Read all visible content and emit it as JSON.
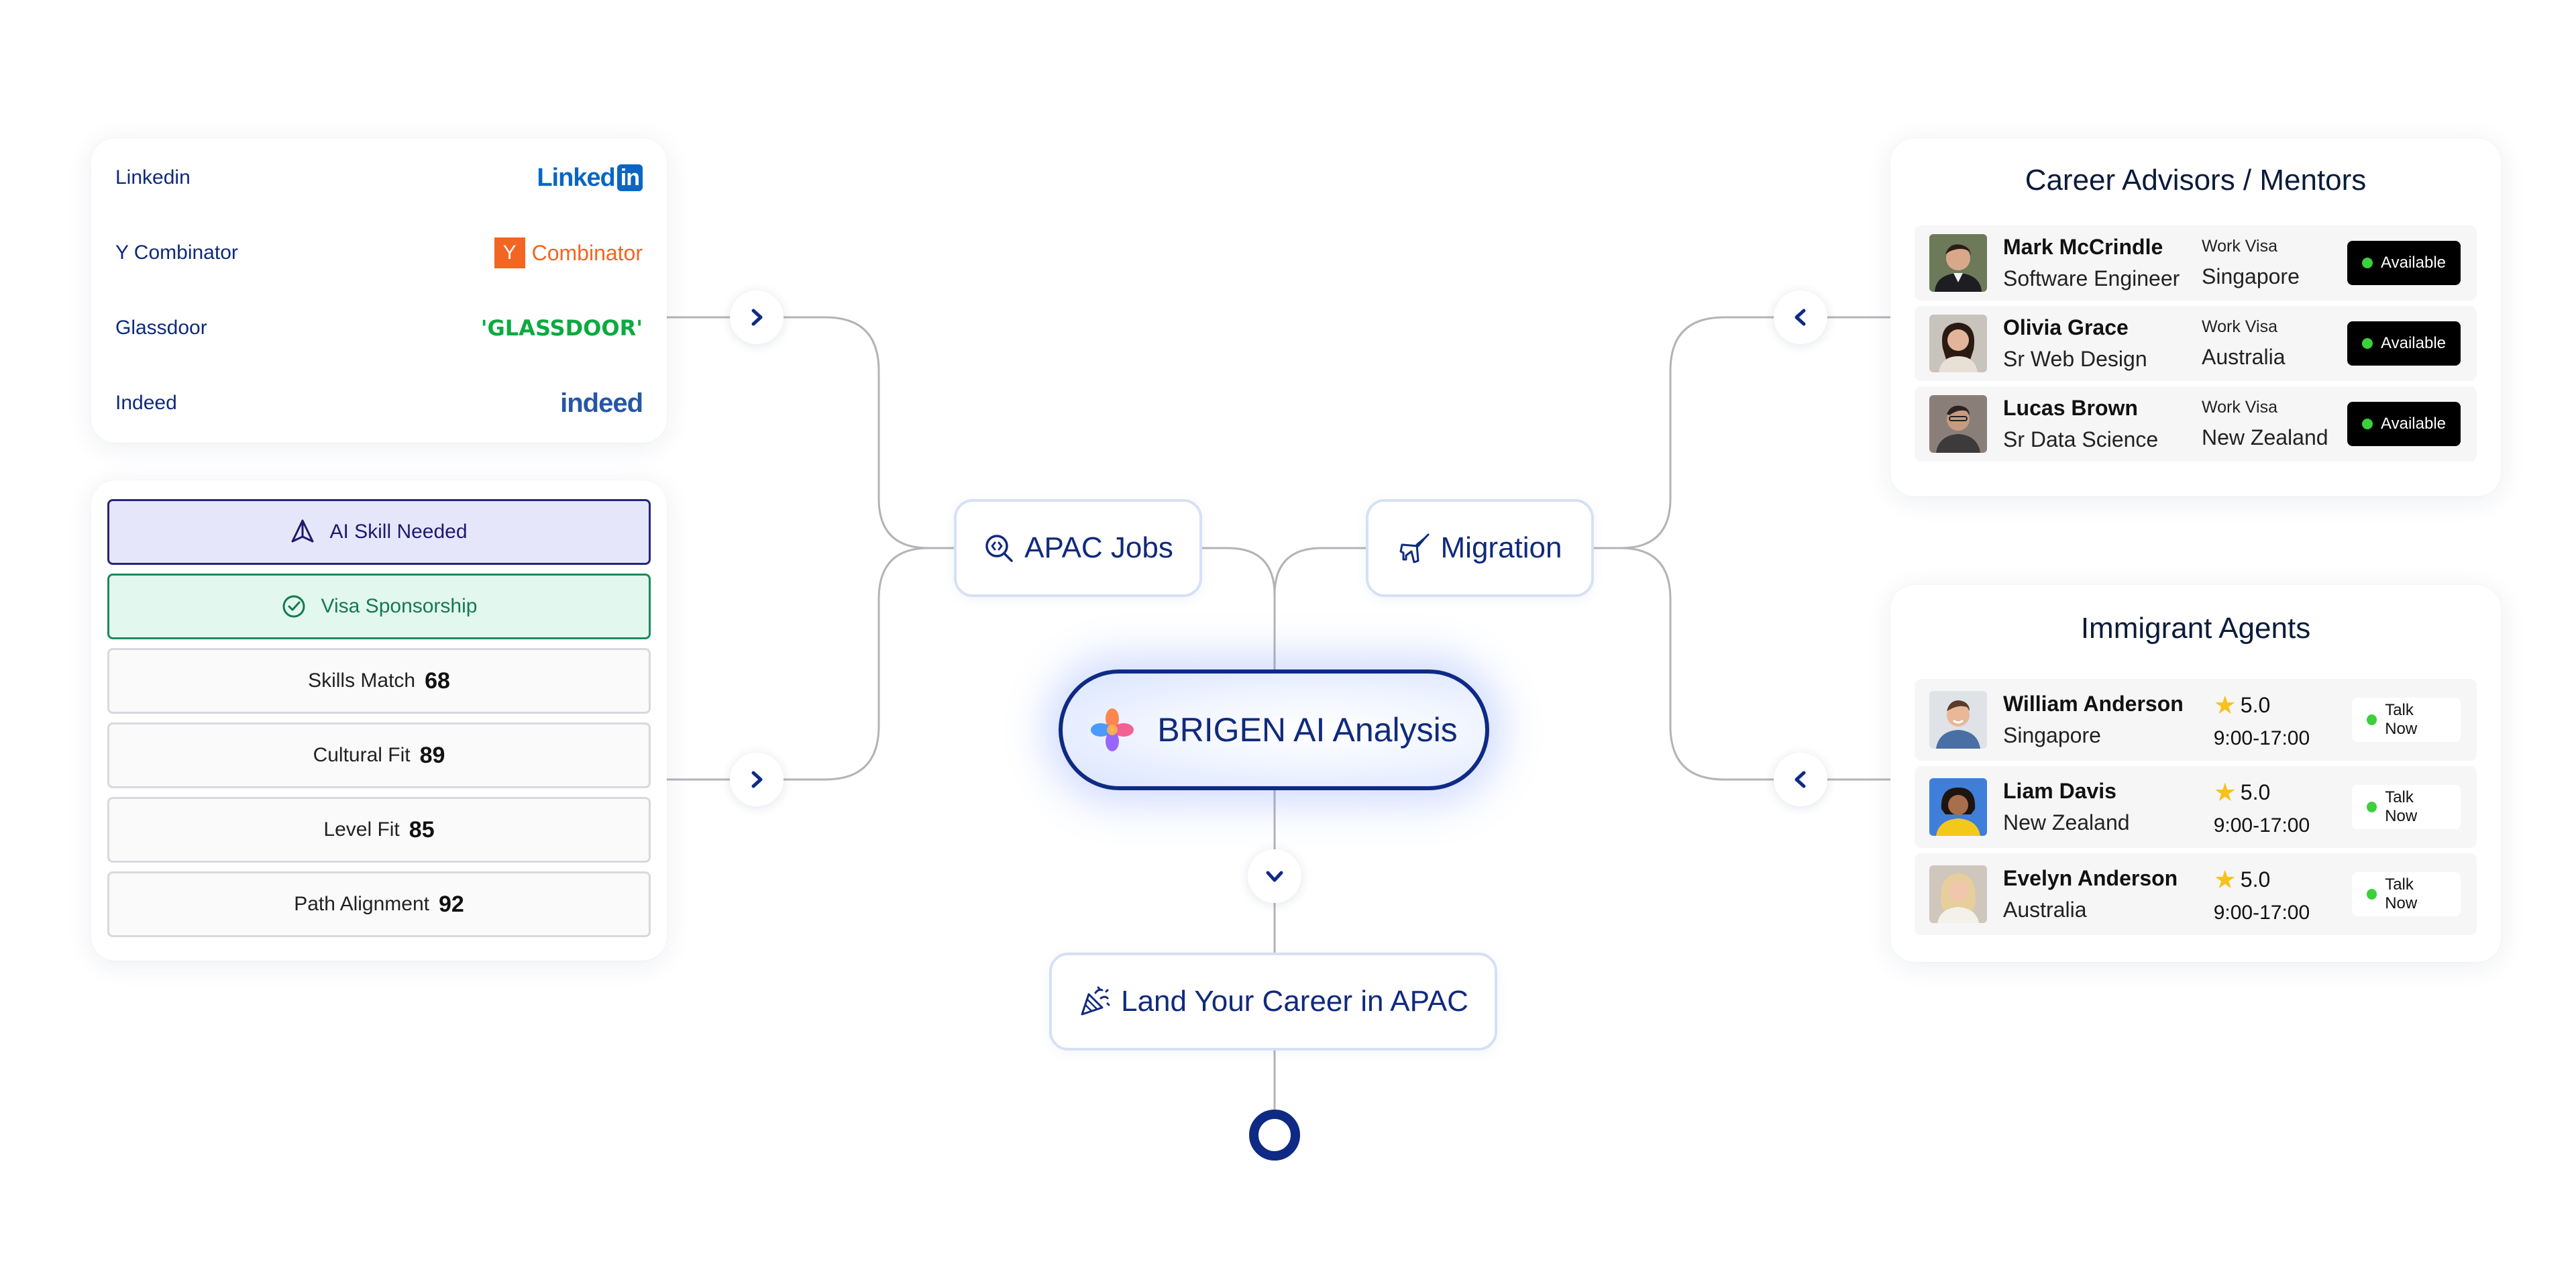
{
  "sources": [
    {
      "label": "Linkedin",
      "logo": "linkedin-logo",
      "logo_text": "Linked",
      "logo_badge": "in"
    },
    {
      "label": "Y Combinator",
      "logo": "ycombinator-logo",
      "logo_badge": "Y",
      "logo_text": "Combinator"
    },
    {
      "label": "Glassdoor",
      "logo": "glassdoor-logo",
      "logo_text": "'GLASSDOOR'"
    },
    {
      "label": "Indeed",
      "logo": "indeed-logo",
      "logo_text": "indeed"
    }
  ],
  "metrics": {
    "ai_skill": "AI Skill Needed",
    "visa": "Visa Sponsorship",
    "items": [
      {
        "label": "Skills Match",
        "score": "68"
      },
      {
        "label": "Cultural Fit",
        "score": "89"
      },
      {
        "label": "Level Fit",
        "score": "85"
      },
      {
        "label": "Path Alignment",
        "score": "92"
      }
    ]
  },
  "nodes": {
    "apac_jobs": "APAC Jobs",
    "migration": "Migration",
    "hub": "BRIGEN AI Analysis",
    "land": "Land Your Career in APAC"
  },
  "advisors": {
    "title": "Career Advisors / Mentors",
    "people": [
      {
        "name": "Mark McCrindle",
        "role": "Software Engineer",
        "tag": "Work Visa",
        "location": "Singapore",
        "status": "Available"
      },
      {
        "name": "Olivia Grace",
        "role": "Sr Web Design",
        "tag": "Work Visa",
        "location": "Australia",
        "status": "Available"
      },
      {
        "name": "Lucas Brown",
        "role": "Sr Data Science",
        "tag": "Work Visa",
        "location": "New Zealand",
        "status": "Available"
      }
    ]
  },
  "agents": {
    "title": "Immigrant Agents",
    "people": [
      {
        "name": "William Anderson",
        "location": "Singapore",
        "rating": "5.0",
        "hours": "9:00-17:00",
        "action": "Talk Now"
      },
      {
        "name": "Liam Davis",
        "location": "New Zealand",
        "rating": "5.0",
        "hours": "9:00-17:00",
        "action": "Talk Now"
      },
      {
        "name": "Evelyn Anderson",
        "location": "Australia",
        "rating": "5.0",
        "hours": "9:00-17:00",
        "action": "Talk Now"
      }
    ]
  },
  "colors": {
    "navy": "#0e2a85",
    "available": "#3ad13a",
    "star": "#f6c21b",
    "ai_skill_bg": "#e6e6fb",
    "visa_bg": "#e2f8ee"
  }
}
